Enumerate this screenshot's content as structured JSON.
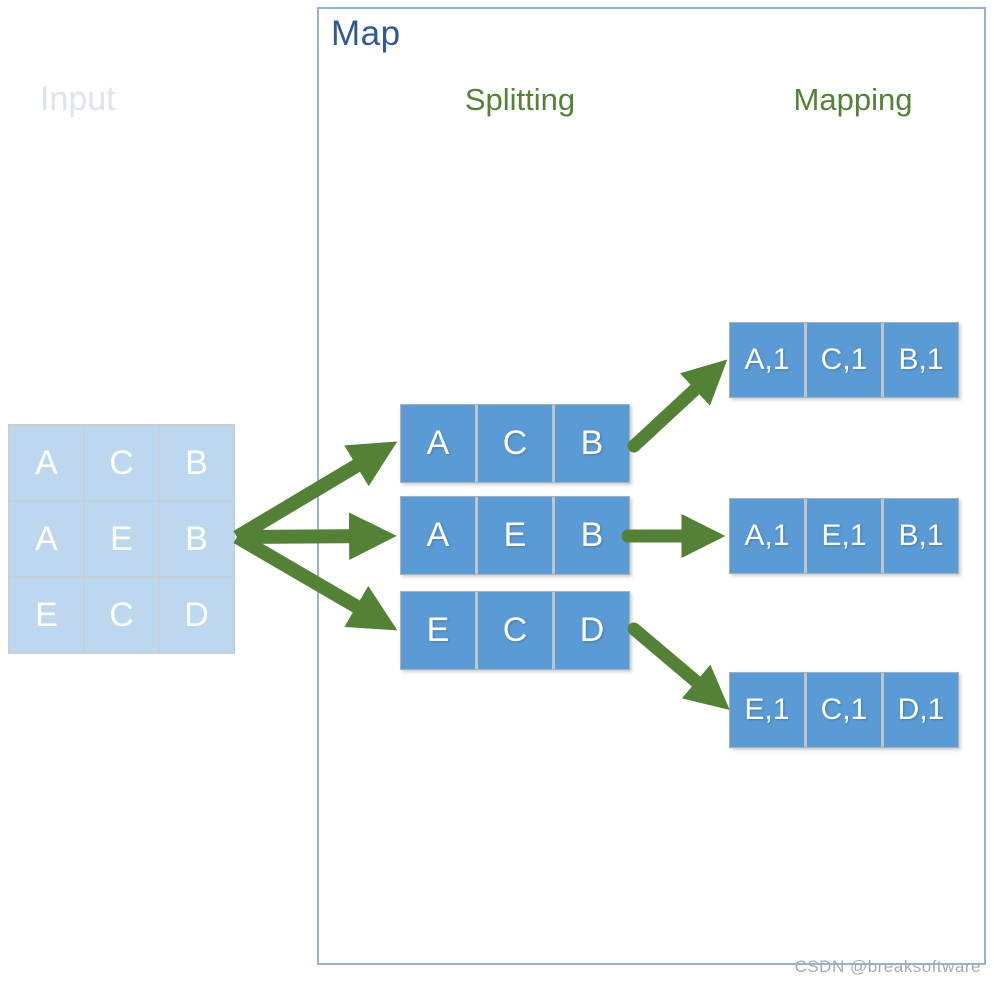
{
  "input": {
    "label": "Input",
    "grid": [
      [
        "A",
        "C",
        "B"
      ],
      [
        "A",
        "E",
        "B"
      ],
      [
        "E",
        "C",
        "D"
      ]
    ]
  },
  "map": {
    "title": "Map",
    "splitting": {
      "label": "Splitting",
      "rows": [
        [
          "A",
          "C",
          "B"
        ],
        [
          "A",
          "E",
          "B"
        ],
        [
          "E",
          "C",
          "D"
        ]
      ]
    },
    "mapping": {
      "label": "Mapping",
      "rows": [
        [
          "A,1",
          "C,1",
          "B,1"
        ],
        [
          "A,1",
          "E,1",
          "B,1"
        ],
        [
          "E,1",
          "C,1",
          "D,1"
        ]
      ]
    }
  },
  "watermark": "CSDN @breaksoftware",
  "colors": {
    "cell_blue": "#5b9bd5",
    "cell_light_blue": "#bdd7ee",
    "arrow_green": "#538135",
    "heading_green": "#538135",
    "map_title_blue": "#2f5a96",
    "map_border": "#94b3d7",
    "input_label": "#dce3f1",
    "watermark_gray": "#a7abb0"
  }
}
